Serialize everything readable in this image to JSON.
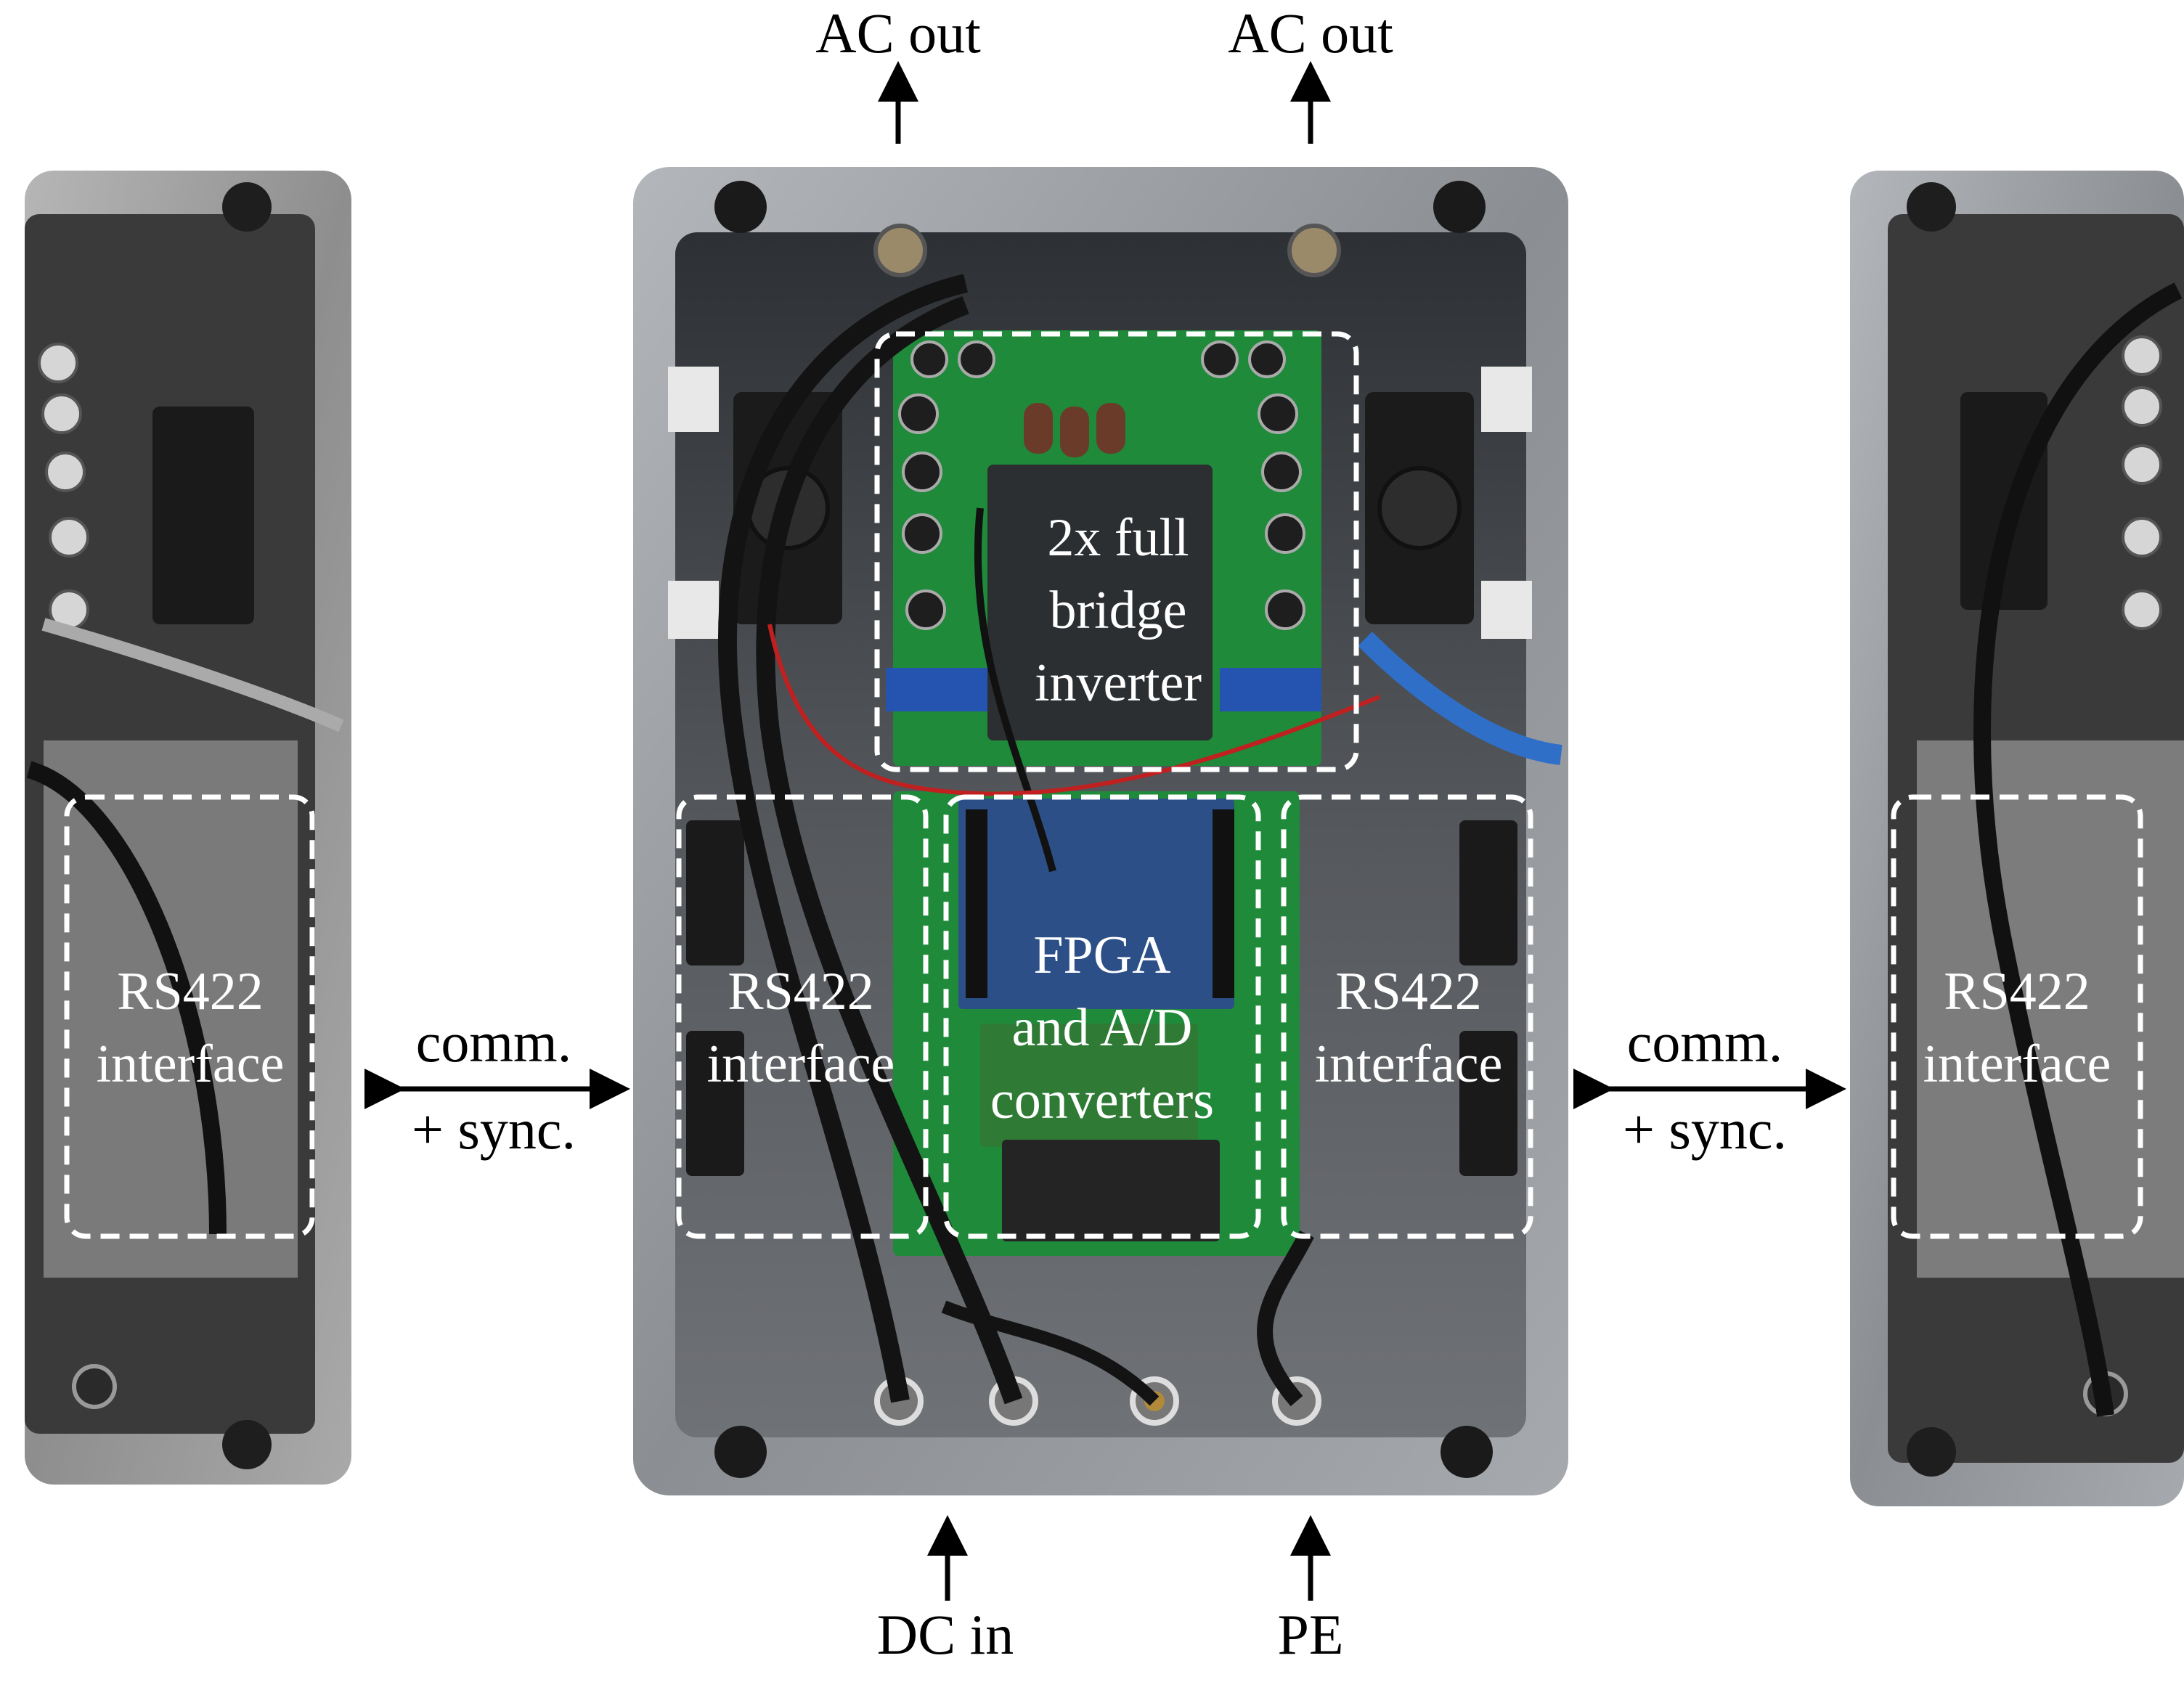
{
  "labels": {
    "ac_out_left": "AC out",
    "ac_out_right": "AC out",
    "dc_in": "DC in",
    "pe": "PE",
    "inverter_line1": "2x full",
    "inverter_line2": "bridge",
    "inverter_line3": "inverter",
    "fpga_line1": "FPGA",
    "fpga_line2": "and A/D",
    "fpga_line3": "converters",
    "rs422_line1": "RS422",
    "rs422_line2": "interface",
    "comm_line1": "comm.",
    "comm_line2": "+ sync."
  },
  "colors": {
    "enclosure": "#8f9296",
    "enclosure_inner": "#3c3f43",
    "pcb": "#1f8a3a",
    "annotation": "#ffffff",
    "arrow": "#000000"
  }
}
